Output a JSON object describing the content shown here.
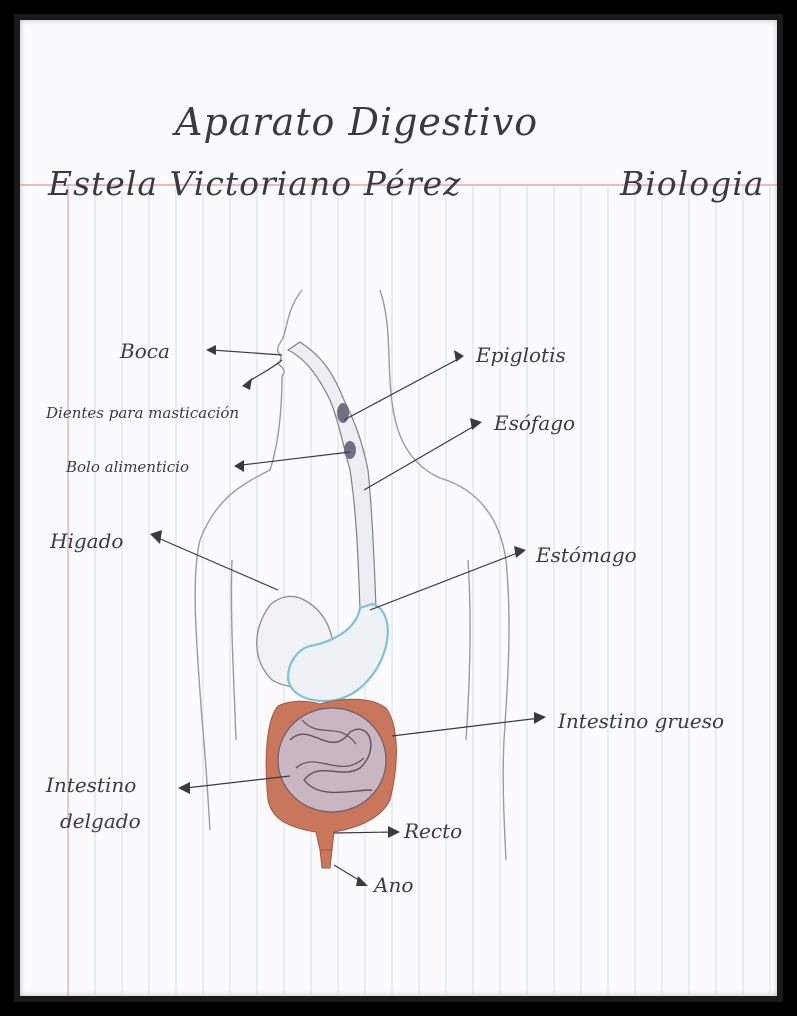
{
  "header": {
    "title": "Aparato Digestivo",
    "author": "Estela Victoriano Pérez",
    "subject": "Biologia"
  },
  "labels": {
    "boca": "Boca",
    "dientes": "Dientes para masticación",
    "bolo": "Bolo alimenticio",
    "higado": "Higado",
    "epiglotis": "Epiglotis",
    "esofago": "Esófago",
    "estomago": "Estómago",
    "intestino_grueso": "Intestino grueso",
    "intestino_delgado_1": "Intestino",
    "intestino_delgado_2": "delgado",
    "recto": "Recto",
    "ano": "Ano"
  },
  "colors": {
    "paper": "#fbfbfd",
    "ruled_line": "#c9d3e6",
    "margin_line": "#e7a6a6",
    "pencil": "#3a3a44",
    "stomach_outline": "#7fc2d6",
    "small_intestine": "#c9b6c2",
    "large_intestine": "#c8775c"
  }
}
